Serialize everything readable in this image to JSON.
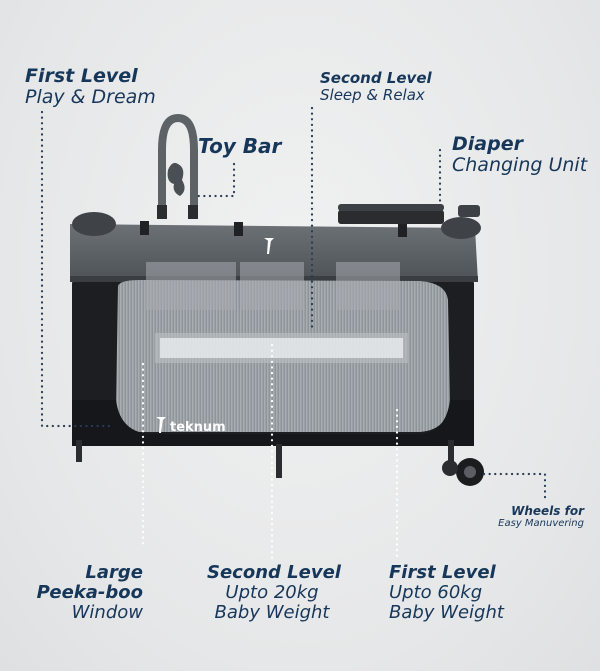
{
  "labels": {
    "first_level_top": {
      "title": "First Level",
      "subtitle": "Play & Dream"
    },
    "second_level_top": {
      "title": "Second Level",
      "subtitle": "Sleep & Relax"
    },
    "toy_bar": {
      "title": "Toy Bar"
    },
    "diaper": {
      "title": "Diaper",
      "subtitle": "Changing Unit"
    },
    "wheels": {
      "title": "Wheels for",
      "subtitle": "Easy Manuvering"
    },
    "window": {
      "line1": "Large",
      "line2": "Peeka-boo",
      "line3": "Window"
    },
    "second_level_bottom": {
      "title": "Second Level",
      "line2": "Upto 20kg",
      "line3": "Baby Weight"
    },
    "first_level_bottom": {
      "title": "First Level",
      "line2": "Upto 60kg",
      "line3": "Baby Weight"
    }
  },
  "brand": {
    "logo_text": "teknum"
  },
  "colors": {
    "text": "#17375a",
    "frame": "#1c1e21",
    "panel": "#5a5e63",
    "mesh": "#9ea3a7"
  }
}
